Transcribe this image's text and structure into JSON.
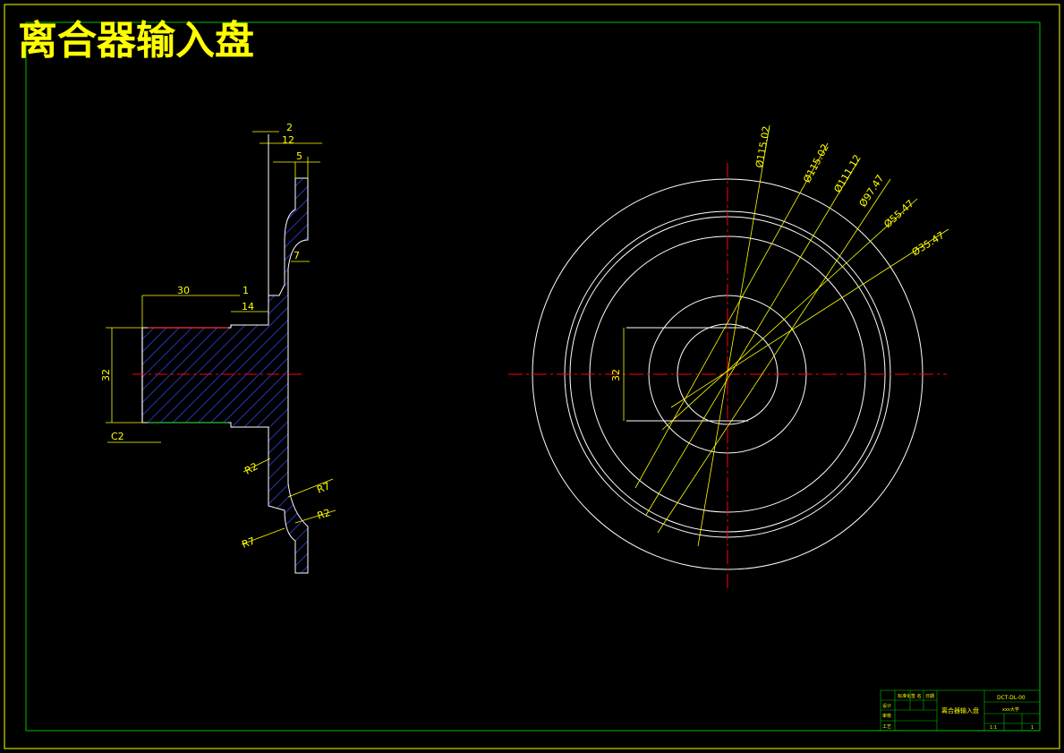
{
  "title": "离合器输入盘",
  "section_view": {
    "dimensions": {
      "d_2": "2",
      "d_12": "12",
      "d_5": "5",
      "d_7": "7",
      "d_30": "30",
      "d_1": "1",
      "d_14": "14",
      "d_32": "32",
      "d_c2": "C2",
      "r_r2_upper": "R2",
      "r_r7_right": "R7",
      "r_r2_lower": "R2",
      "r_r7_left": "R7"
    }
  },
  "front_view": {
    "diameters": [
      "Ø115.02",
      "Ø115.02",
      "Ø111.12",
      "Ø97.47",
      "Ø55.47",
      "Ø35.47"
    ],
    "flat_width": "32"
  },
  "title_block": {
    "drawing_no": "DCT-DL-00",
    "part_name": "离合器输入盘",
    "school": "xxx大学",
    "scale": "1:1",
    "sheet": "1",
    "rows": [
      "设计",
      "审核",
      "工艺"
    ],
    "cols": [
      "标准化",
      "签 名",
      "日期"
    ]
  },
  "colors": {
    "border": "#ffff00",
    "frame": "#00c000",
    "centerline": "#ff0000",
    "outline": "#ffffff",
    "hatch": "#3050ff",
    "dimension": "#ffff00"
  }
}
